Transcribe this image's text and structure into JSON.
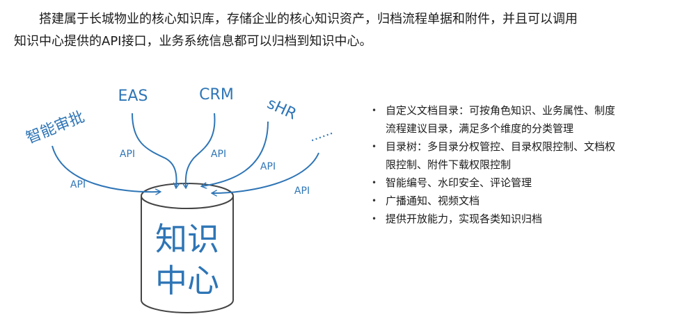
{
  "intro": {
    "line1": "搭建属于长城物业的核心知识库，存储企业的核心知识资产，归档流程单据和附件，并且可以调用",
    "line2": "知识中心提供的API接口，业务系统信息都可以归档到知识中心。"
  },
  "diagram": {
    "sources": {
      "approval": "智能审批",
      "eas": "EAS",
      "crm": "CRM",
      "shr": "sHR",
      "more": "......"
    },
    "api_label": "API",
    "center_line1": "知识",
    "center_line2": "中心",
    "colors": {
      "blue": "#2e75b6",
      "cylinder_stroke": "#444444"
    }
  },
  "features": [
    {
      "line1": "自定义文档目录：可按角色知识、业务属性、制度",
      "line2": "流程建议目录，满足多个维度的分类管理"
    },
    {
      "line1": "目录树：多目录分权管控、目录权限控制、文档权",
      "line2": "限控制、附件下载权限控制"
    },
    {
      "line1": "智能编号、水印安全、评论管理",
      "line2": ""
    },
    {
      "line1": "广播通知、视频文档",
      "line2": ""
    },
    {
      "line1": "提供开放能力，实现各类知识归档",
      "line2": ""
    }
  ],
  "bullet": "•"
}
